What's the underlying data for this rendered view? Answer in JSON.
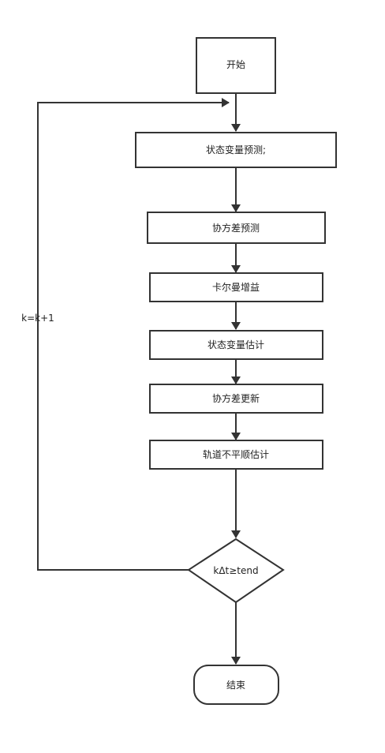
{
  "diagram": {
    "nodes": {
      "start": {
        "label": "开始",
        "shape": "rectangle"
      },
      "state_predict": {
        "label": "状态变量预测;",
        "shape": "rectangle"
      },
      "cov_predict": {
        "label": "协方差预测",
        "shape": "rectangle"
      },
      "kalman_gain": {
        "label": "卡尔曼增益",
        "shape": "rectangle"
      },
      "state_estimate": {
        "label": "状态变量估计",
        "shape": "rectangle"
      },
      "cov_update": {
        "label": "协方差更新",
        "shape": "rectangle"
      },
      "irregularity_estimate": {
        "label": "轨道不平顺估计",
        "shape": "rectangle"
      },
      "decision": {
        "label": "kΔt≥tend",
        "shape": "diamond"
      },
      "end": {
        "label": "结束",
        "shape": "rounded-rectangle"
      }
    },
    "loop_label": "k=k+1",
    "edges": [
      {
        "from": "start",
        "to": "state_predict"
      },
      {
        "from": "state_predict",
        "to": "cov_predict"
      },
      {
        "from": "cov_predict",
        "to": "kalman_gain"
      },
      {
        "from": "kalman_gain",
        "to": "state_estimate"
      },
      {
        "from": "state_estimate",
        "to": "cov_update"
      },
      {
        "from": "cov_update",
        "to": "irregularity_estimate"
      },
      {
        "from": "irregularity_estimate",
        "to": "decision"
      },
      {
        "from": "decision",
        "to": "end"
      },
      {
        "from": "decision",
        "to": "state_predict",
        "label_key": "loop_label"
      }
    ],
    "colors": {
      "stroke": "#333333",
      "text": "#222222",
      "background": "#ffffff"
    }
  }
}
